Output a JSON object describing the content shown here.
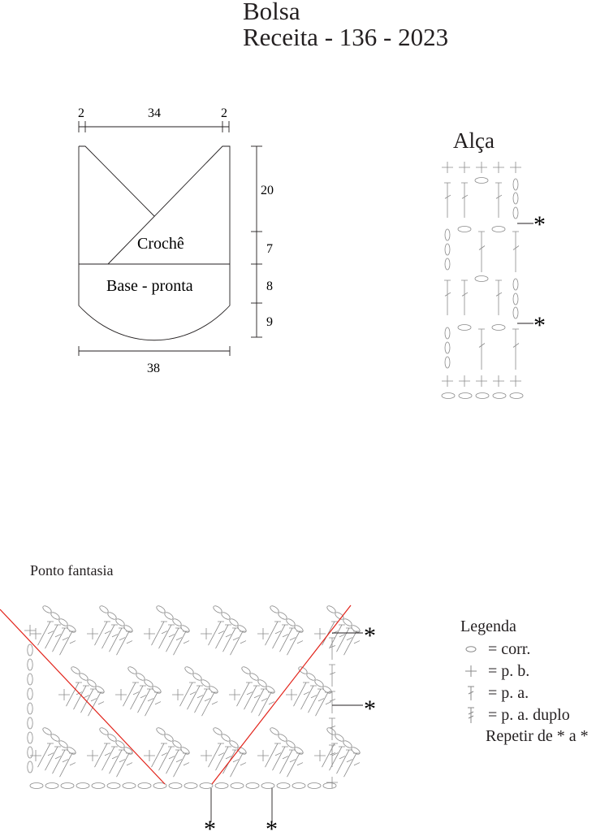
{
  "title": {
    "line1": "Bolsa",
    "line2": "Receita - 136 - 2023"
  },
  "pattern": {
    "dimensions": {
      "left_margin": "2",
      "width_top": "34",
      "right_margin": "2",
      "height_1": "20",
      "height_2": "7",
      "height_3": "8",
      "height_4": "9",
      "width_bottom": "38"
    },
    "region_crochet": "Crochê",
    "region_base": "Base - pronta"
  },
  "alca": {
    "title": "Alça",
    "repeat_mark": "*"
  },
  "ponto_fantasia": {
    "title": "Ponto fantasia",
    "repeat_mark": "*",
    "line_color": "#e2231a"
  },
  "legend": {
    "title": "Legenda",
    "items": [
      {
        "icon": "chain-icon",
        "label": "= corr."
      },
      {
        "icon": "single-crochet-icon",
        "label": "= p. b."
      },
      {
        "icon": "double-crochet-icon",
        "label": "= p. a."
      },
      {
        "icon": "treble-crochet-icon",
        "label": "= p. a. duplo"
      }
    ],
    "repeat_note": "Repetir de * a *"
  },
  "colors": {
    "ink": "#231f20",
    "stitch": "#8a8a8a",
    "accent_line": "#e2231a"
  }
}
